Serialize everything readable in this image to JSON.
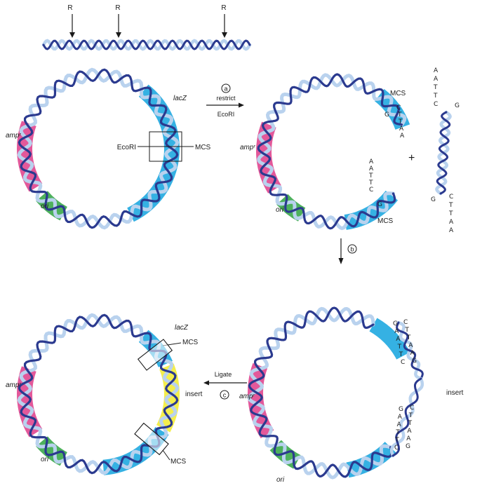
{
  "colors": {
    "dna_dark": "#2b3a8f",
    "dna_light": "#b9d2ee",
    "amp": "#e0468f",
    "lacz": "#1fa8e0",
    "ori": "#3aa84a",
    "insert": "#f3ec3a"
  },
  "top": {
    "site_label": "R",
    "site_count": 3
  },
  "step_a": {
    "letter": "a",
    "label": "restrict",
    "enzyme": "EcoRI"
  },
  "step_b": {
    "letter": "b"
  },
  "step_c": {
    "letter": "c",
    "label": "Ligate"
  },
  "panel1": {
    "lacz": "lacZ",
    "amp": "ampʳ",
    "ori": "ori",
    "ecori": "EcoRI",
    "mcs": "MCS"
  },
  "panel2": {
    "mcs_top": "MCS",
    "mcs_bottom": "MCS",
    "amp": "ampʳ",
    "ori": "ori",
    "plus": "+",
    "sticky_top": [
      "G",
      "C",
      "T",
      "T",
      "A",
      "A"
    ],
    "sticky_bottom": [
      "A",
      "A",
      "T",
      "T",
      "C",
      "G"
    ]
  },
  "fragment": {
    "top_strand": [
      "A",
      "A",
      "T",
      "T",
      "C"
    ],
    "top_g": "G",
    "bottom_g": "G",
    "bottom_strand": [
      "C",
      "T",
      "T",
      "A",
      "A"
    ]
  },
  "panel3": {
    "amp": "ampʳ",
    "ori": "ori",
    "insert": "insert",
    "junction1_left": [
      "G",
      "A",
      "A",
      "T",
      "T",
      "C"
    ],
    "junction1_right": [
      "C",
      "T",
      "T",
      "A",
      "A",
      "G"
    ],
    "junction2_left": [
      "G",
      "A",
      "A",
      "T",
      "T",
      "C"
    ],
    "junction2_right": [
      "C",
      "T",
      "T",
      "A",
      "A",
      "G"
    ]
  },
  "panel4": {
    "lacz": "lacZ",
    "amp": "ampʳ",
    "ori": "ori",
    "insert": "insert",
    "mcs_top": "MCS",
    "mcs_bottom": "MCS"
  }
}
